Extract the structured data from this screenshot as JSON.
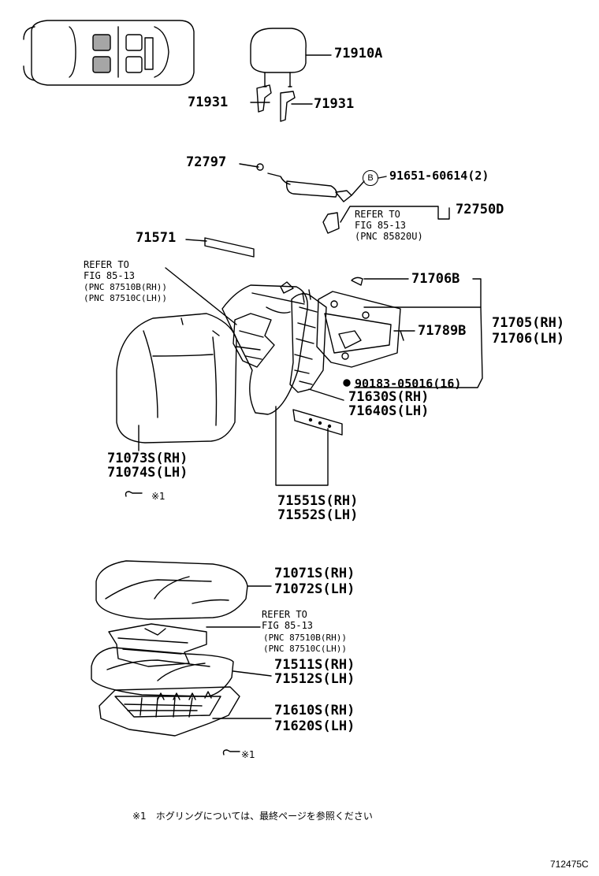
{
  "labels": {
    "p71910A": "71910A",
    "p71931_left": "71931",
    "p71931_right": "71931",
    "p72797": "72797",
    "p91651": "91651-60614(2)",
    "p72750D": "72750D",
    "p71571": "71571",
    "p71706B": "71706B",
    "p71789B": "71789B",
    "p71705": "71705(RH)",
    "p71706": "71706(LH)",
    "p90183": "90183-05016(16)",
    "p71630S": "71630S(RH)",
    "p71640S": "71640S(LH)",
    "p71073S": "71073S(RH)",
    "p71074S": "71074S(LH)",
    "p71551S": "71551S(RH)",
    "p71552S": "71552S(LH)",
    "p71071S": "71071S(RH)",
    "p71072S": "71072S(LH)",
    "p71511S": "71511S(RH)",
    "p71512S": "71512S(LH)",
    "p71610S": "71610S(RH)",
    "p71620S": "71620S(LH)"
  },
  "refs": {
    "circle_b": "B",
    "refer1": [
      "REFER TO",
      "FIG 85-13",
      "(PNC 85820U)"
    ],
    "refer2": [
      "REFER TO",
      "FIG 85-13",
      "(PNC 87510B(RH))",
      "(PNC 87510C(LH))"
    ],
    "refer3": [
      "REFER TO",
      "FIG 85-13",
      "(PNC 87510B(RH))",
      "(PNC 87510C(LH))"
    ]
  },
  "notes": {
    "hog_ring_1": "※1",
    "hog_ring_2": "※1",
    "footnote": "※1　ホグリングについては、最終ページを参照ください"
  },
  "diagram_code": "712475C"
}
